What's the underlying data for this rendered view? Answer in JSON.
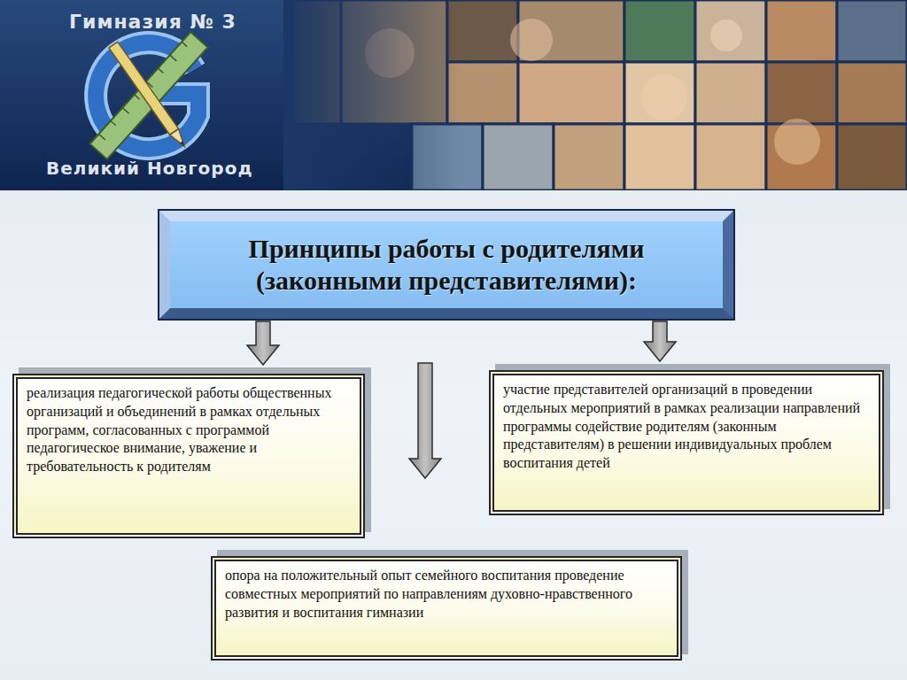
{
  "diagram": {
    "nodes": [
      {
        "text": [
          "Принципы работы с родителями (законными представителями):"
        ]
      },
      {
        "text": [
          "реализация педагогической работы общественных организаций и объединений в рамках отдельных программ, согласованных с программой педагогическое внимание, уважение и требовательность к родителям"
        ]
      },
      {
        "text": [
          "участие представителей организаций в проведении отдельных мероприятий в рамках реализации направлений программы содействие родителям (законным представителям) в решении индивидуальных проблем воспитания детей"
        ]
      },
      {
        "text": [
          "опора на положительный опыт семейного воспитания проведение совместных мероприятий по направлениям духовно-нравственного развития и воспитания гимназии"
        ]
      }
    ],
    "edges": [
      {
        "from": 0,
        "to": 1,
        "arrow": "to"
      },
      {
        "from": 0,
        "to": 2,
        "arrow": "to"
      },
      {
        "from": 0,
        "to": 3,
        "arrow": "to"
      }
    ],
    "labels": [
      "Гимназия № 3",
      "Великий Новгород"
    ]
  }
}
